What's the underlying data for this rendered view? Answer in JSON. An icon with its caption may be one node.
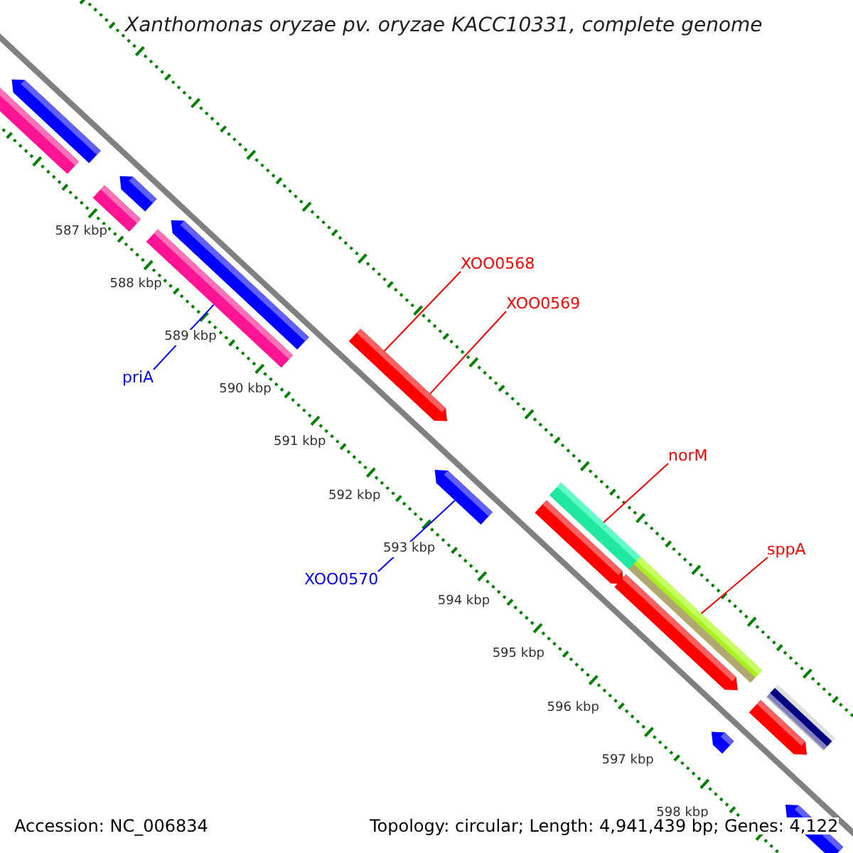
{
  "diagram": {
    "title": "Xanthomonas oryzae pv. oryzae KACC10331, complete genome",
    "nodes": [
      {
        "text": [
          "XOO0568"
        ]
      },
      {
        "text": [
          "XOO0569"
        ]
      },
      {
        "text": [
          "priA"
        ]
      },
      {
        "text": [
          "norM"
        ]
      },
      {
        "text": [
          "XOO0570"
        ]
      },
      {
        "text": [
          "sppA"
        ]
      },
      {
        "text": [],
        "shape": "arrow"
      },
      {
        "text": [],
        "shape": "bar"
      },
      {
        "text": [],
        "shape": "arrow"
      },
      {
        "text": [],
        "shape": "bar"
      },
      {
        "text": [],
        "shape": "arrow"
      },
      {
        "text": [],
        "shape": "bar"
      },
      {
        "text": [],
        "shape": "bar"
      },
      {
        "text": [],
        "shape": "arrow"
      },
      {
        "text": [],
        "shape": "arrow"
      },
      {
        "text": [],
        "shape": "arrow"
      },
      {
        "text": [],
        "shape": "bar"
      },
      {
        "text": [],
        "shape": "arrow"
      },
      {
        "text": [],
        "shape": "bar"
      },
      {
        "text": [],
        "shape": "arrow"
      },
      {
        "text": [],
        "shape": "arrow"
      },
      {
        "text": [],
        "shape": "bar"
      },
      {
        "text": [],
        "shape": "arrow"
      }
    ],
    "edges": [
      {
        "from": 0,
        "to": 12,
        "arrow": "none"
      },
      {
        "from": 1,
        "to": 13,
        "arrow": "none"
      },
      {
        "from": 2,
        "to": 11,
        "arrow": "none",
        "color": "#0000ff"
      },
      {
        "from": 3,
        "to": 16,
        "arrow": "none"
      },
      {
        "from": 4,
        "to": 14,
        "arrow": "none",
        "color": "#0000ff"
      },
      {
        "from": 5,
        "to": 18,
        "arrow": "none"
      }
    ],
    "labels": [
      "587 kbp",
      "588 kbp",
      "589 kbp",
      "590 kbp",
      "591 kbp",
      "592 kbp",
      "593 kbp",
      "594 kbp",
      "595 kbp",
      "596 kbp",
      "597 kbp",
      "598 kbp",
      "Accession: NC_006834",
      "Topology: circular; Length: 4,941,439 bp; Genes: 4,122"
    ]
  }
}
